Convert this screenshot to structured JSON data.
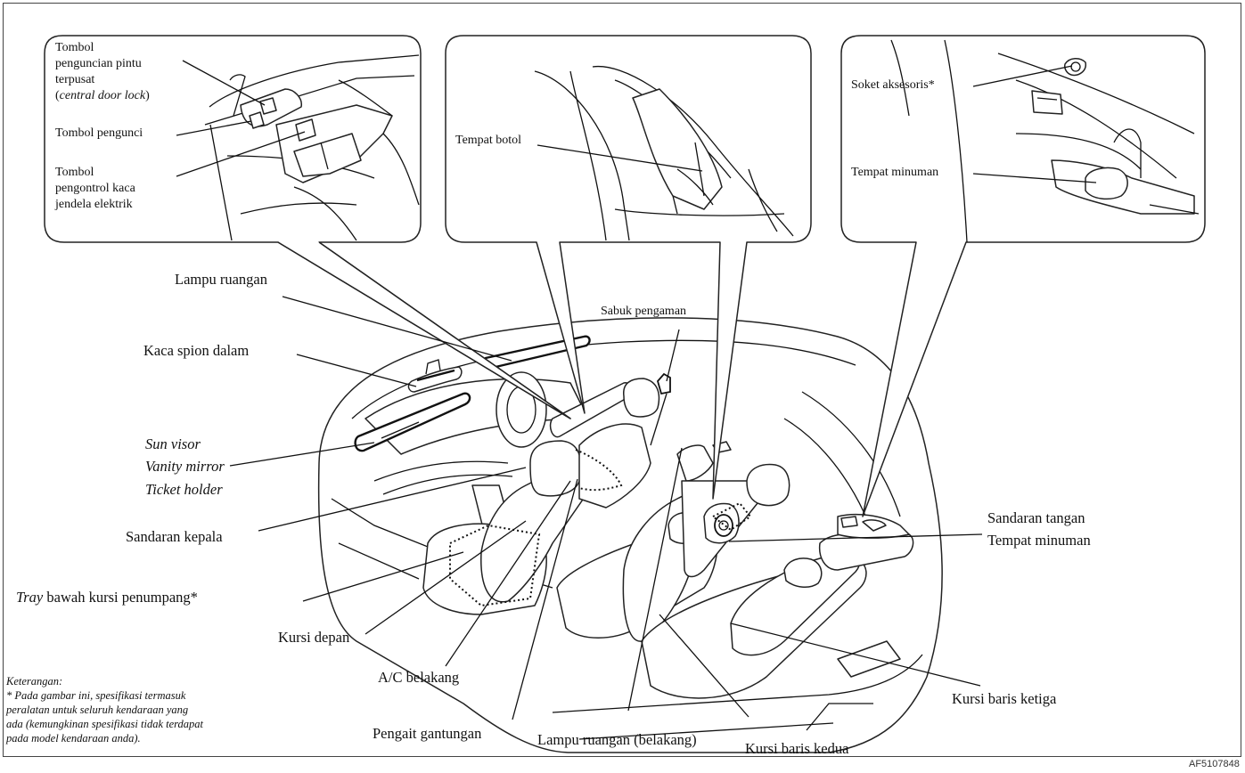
{
  "callouts": {
    "door_switches": {
      "central_lock_1": "Tombol",
      "central_lock_2": "penguncian pintu",
      "central_lock_3": "terpusat",
      "central_lock_4_open": "(",
      "central_lock_4_italic": "central door lock",
      "central_lock_4_close": ")",
      "lock_switch": "Tombol pengunci",
      "window_1": "Tombol",
      "window_2": "pengontrol kaca",
      "window_3": "jendela elektrik"
    },
    "bottle": {
      "label": "Tempat botol"
    },
    "accessory": {
      "socket": "Soket aksesoris*",
      "cup_holder": "Tempat minuman"
    }
  },
  "labels": {
    "room_lamp": "Lampu ruangan",
    "seat_belt": "Sabuk pengaman",
    "inner_mirror": "Kaca spion dalam",
    "sun_visor": "Sun visor",
    "vanity_mirror": "Vanity mirror",
    "ticket_holder": "Ticket holder",
    "headrest": "Sandaran kepala",
    "tray_italic": "Tray",
    "tray_rest": " bawah kursi penumpang*",
    "front_seat": "Kursi depan",
    "rear_ac": "A/C belakang",
    "hook": "Pengait gantungan",
    "rear_room_lamp": "Lampu ruangan (belakang)",
    "second_row": "Kursi baris kedua",
    "third_row": "Kursi baris ketiga",
    "armrest": "Sandaran tangan",
    "armrest_cup": "Tempat minuman"
  },
  "note": {
    "title": "Keterangan:",
    "line1": "* Pada gambar ini, spesifikasi termasuk",
    "line2": "peralatan untuk seluruh kendaraan yang",
    "line3": "ada (kemungkinan spesifikasi tidak terdapat",
    "line4": "pada model kendaraan anda)."
  },
  "figure_code": "AF5107848"
}
